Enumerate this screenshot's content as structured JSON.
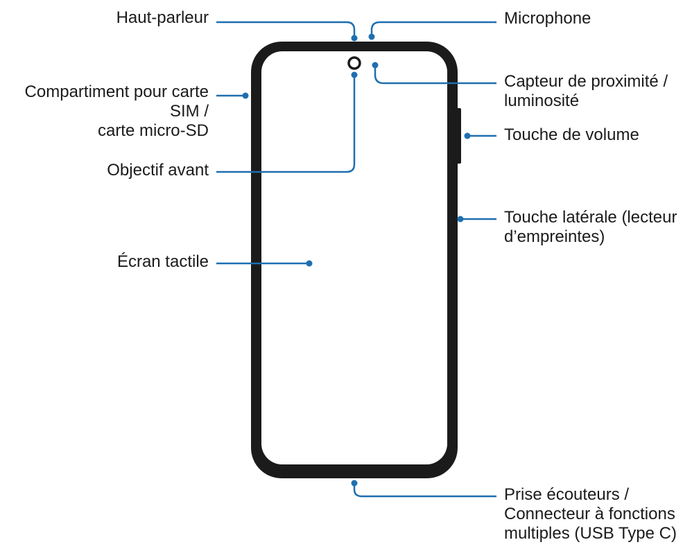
{
  "colors": {
    "phone_body": "#1b1b1b",
    "screen": "#ffffff",
    "leader": "#1e6fb0",
    "text": "#1b1b1b"
  },
  "labels": {
    "haut_parleur": [
      "Haut-parleur"
    ],
    "microphone": [
      "Microphone"
    ],
    "compartiment": [
      "Compartiment pour carte",
      "SIM /",
      "carte micro-SD"
    ],
    "capteur": [
      "Capteur de proximité /",
      "luminosité"
    ],
    "touche_volume": [
      "Touche de volume"
    ],
    "objectif_avant": [
      "Objectif avant"
    ],
    "touche_laterale": [
      "Touche latérale (lecteur",
      "d’empreintes)"
    ],
    "ecran_tactile": [
      "Écran tactile"
    ],
    "prise": [
      "Prise écouteurs /",
      "Connecteur à fonctions",
      "multiples (USB Type C)"
    ]
  }
}
